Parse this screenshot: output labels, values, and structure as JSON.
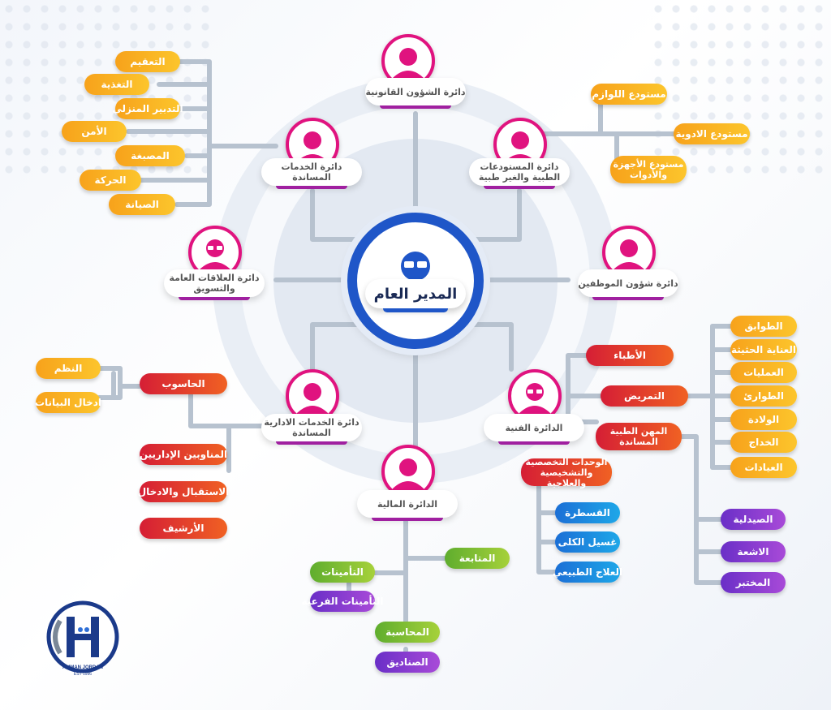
{
  "center": {
    "label": "المدير العام"
  },
  "departments": {
    "legal": "دائرة الشؤون القانونية",
    "support_services": "دائرة الخدمات المساندة",
    "warehouses": "دائرة المستودعات الطبية والغير طبية",
    "public_relations": "دائرة العلاقات العامة والتسويق",
    "staff_affairs": "دائرة شؤون الموظفين",
    "admin_services": "دائرة الخدمات الادارية المساندة",
    "technical": "الدائرة الفنية",
    "finance": "الدائرة المالية"
  },
  "support_units": [
    "التعقيم",
    "التغذية",
    "التدبير المنزلي",
    "الأمن",
    "المصبغة",
    "الحركة",
    "الصيانة"
  ],
  "warehouse_units": [
    "مستودع اللوازم",
    "مستودع الادوية",
    "مستودع الأجهزة والأدوات"
  ],
  "admin_units": {
    "computer": "الحاسوب",
    "computer_subs": [
      "النظم",
      "ادخال البيانات"
    ],
    "others": [
      "المناوبين الإداريين",
      "الاستقبال والادخال",
      "الأرشيف"
    ]
  },
  "technical_units": {
    "doctors": "الأطباء",
    "nursing": "التمريض",
    "nursing_subs": [
      "الطوابق",
      "العناية الحثيثة",
      "العمليات",
      "الطوارئ",
      "الولادة",
      "الخداج",
      "العيادات"
    ],
    "allied": "المهن الطبية المساندة",
    "allied_subs": [
      "الصيدلية",
      "الاشعة",
      "المختبر"
    ],
    "specialized": "الوحدات التخصصية والتشخيصية والعلاجية",
    "specialized_subs": [
      "القسطرة",
      "غسيل الكلى",
      "العلاج الطبيعي"
    ]
  },
  "finance_units": {
    "followup": "المتابعة",
    "insurance": "التأمينات",
    "sub_insurance": "التأمينات الفرعية",
    "accounting": "المحاسبة",
    "funds": "الصناديق"
  },
  "logo": {
    "caption": "AMMAN JORDAN",
    "est": "EST 1996"
  },
  "colors": {
    "primary": "#1f56c8",
    "magenta": "#e0137f",
    "connector": "#b7c2cf"
  }
}
